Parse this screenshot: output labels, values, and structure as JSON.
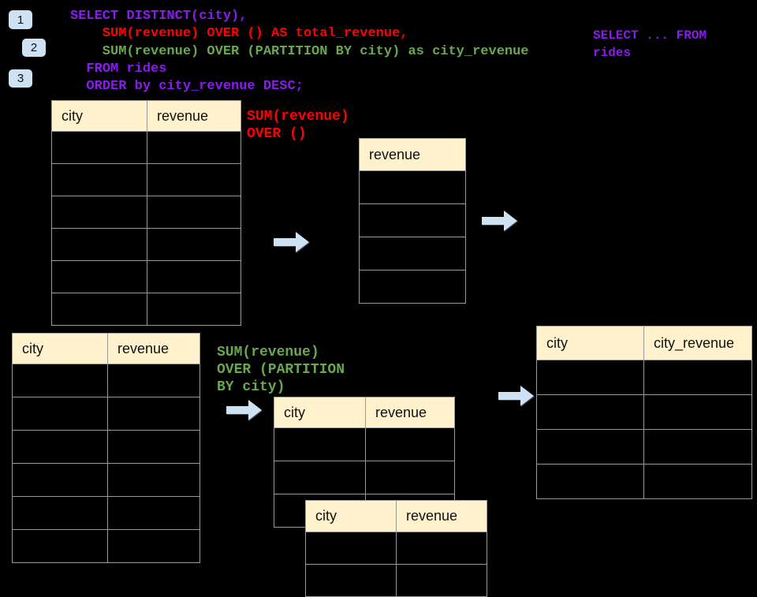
{
  "colors": {
    "background": "#000000",
    "purple": "#8B1BF0",
    "red": "#FF0000",
    "green": "#6AA84F",
    "table_header_bg": "#FFF2CC",
    "table_border": "#9A9A9A",
    "badge_bg": "#CFE2F3",
    "arrow_fill": "#CFE2F3"
  },
  "step_badges": [
    "1",
    "2",
    "3"
  ],
  "sql_code": {
    "lines": [
      {
        "text": "SELECT DISTINCT(city),",
        "color": "#8B1BF0"
      },
      {
        "text": "    SUM(revenue) OVER () AS total_revenue,",
        "color": "#FF0000"
      },
      {
        "text": "    SUM(revenue) OVER (PARTITION BY city) as city_revenue",
        "color": "#6AA84F"
      },
      {
        "text": "  FROM rides",
        "color": "#8B1BF0"
      },
      {
        "text": "  ORDER by city_revenue DESC;",
        "color": "#8B1BF0"
      }
    ]
  },
  "from_snippet": {
    "color": "#8B1BF0",
    "lines": [
      "SELECT ... FROM",
      "rides"
    ]
  },
  "annotations": {
    "total_revenue": {
      "color": "#FF0000",
      "lines": [
        "SUM(revenue)",
        "OVER ()"
      ]
    },
    "partition": {
      "color": "#6AA84F",
      "lines": [
        "SUM(revenue)",
        "OVER (PARTITION",
        "BY city)"
      ]
    }
  },
  "tables": {
    "source_top": {
      "headers": [
        "city",
        "revenue"
      ],
      "empty_rows": 6
    },
    "total_result": {
      "headers": [
        "revenue"
      ],
      "empty_rows": 4
    },
    "source_bottom": {
      "headers": [
        "city",
        "revenue"
      ],
      "empty_rows": 6
    },
    "partition_step": {
      "headers": [
        "city",
        "revenue"
      ],
      "empty_rows": 3
    },
    "partition_overlay": {
      "headers": [
        "city",
        "revenue"
      ],
      "empty_rows": 2
    },
    "final_result": {
      "headers": [
        "city",
        "city_revenue"
      ],
      "empty_rows": 4
    }
  }
}
